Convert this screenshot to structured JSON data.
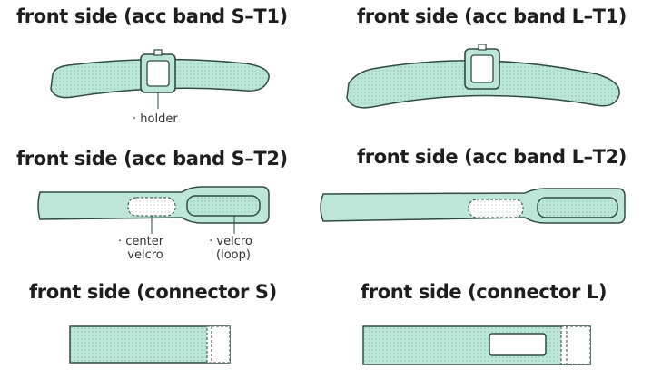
{
  "colors": {
    "fill": "#bde6d8",
    "dots": "#86c9b2",
    "outline": "#2f4b43",
    "white": "#ffffff"
  },
  "titles": {
    "band_s_t1": "front side (acc band S–T1)",
    "band_l_t1": "front side (acc band L–T1)",
    "band_s_t2": "front side (acc band S–T2)",
    "band_l_t2": "front side (acc band L–T2)",
    "connector_s": "front side (connector S)",
    "connector_l": "front side (connector L)"
  },
  "labels": {
    "holder": "· holder",
    "center_velcro_1": "· center",
    "center_velcro_2": "velcro",
    "velcro_loop_1": "· velcro",
    "velcro_loop_2": "(loop)"
  }
}
